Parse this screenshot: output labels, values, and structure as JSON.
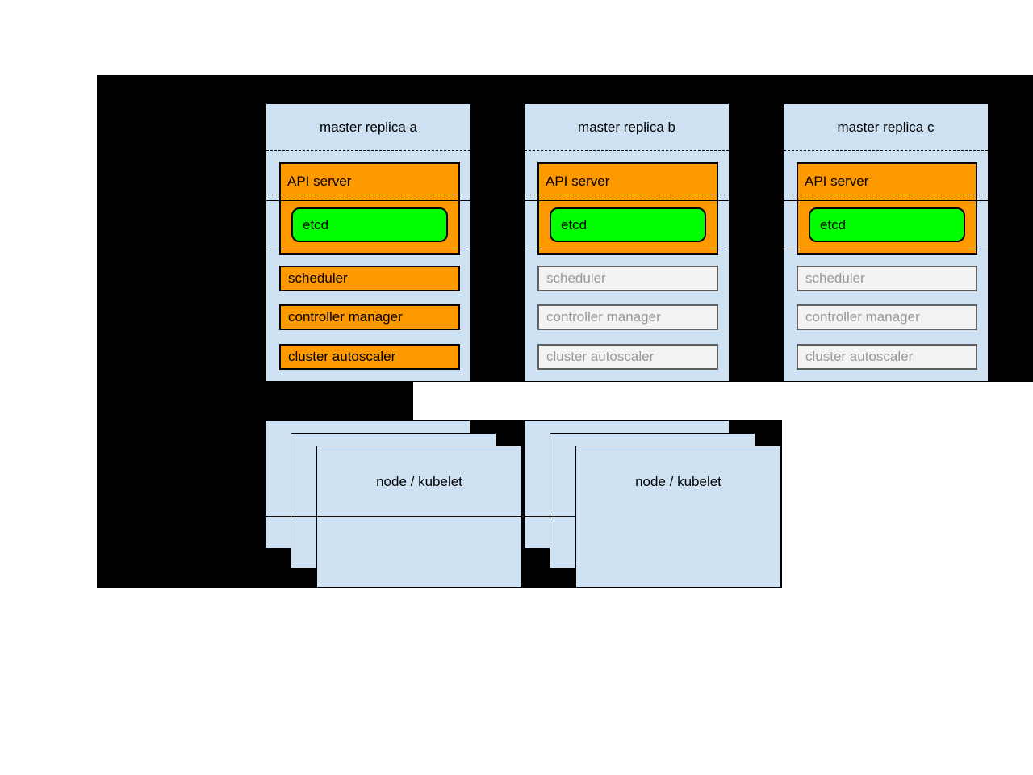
{
  "diagram": {
    "replicas": [
      {
        "title": "master replica a",
        "active": true,
        "components": {
          "api_server": "API server",
          "etcd": "etcd",
          "scheduler": "scheduler",
          "controller_manager": "controller manager",
          "cluster_autoscaler": "cluster autoscaler"
        }
      },
      {
        "title": "master replica b",
        "active": false,
        "components": {
          "api_server": "API server",
          "etcd": "etcd",
          "scheduler": "scheduler",
          "controller_manager": "controller manager",
          "cluster_autoscaler": "cluster autoscaler"
        }
      },
      {
        "title": "master replica c",
        "active": false,
        "components": {
          "api_server": "API server",
          "etcd": "etcd",
          "scheduler": "scheduler",
          "controller_manager": "controller manager",
          "cluster_autoscaler": "cluster autoscaler"
        }
      }
    ],
    "node_groups": [
      {
        "label": "node / kubelet"
      },
      {
        "label": "node / kubelet"
      }
    ],
    "colors": {
      "background": "#000000",
      "panel_blue": "#cfe2f3",
      "active_orange": "#ff9900",
      "etcd_green": "#00ff00",
      "inactive_fill": "#f3f3f3",
      "inactive_border": "#606060",
      "inactive_text": "#999999",
      "line_black": "#000000"
    }
  }
}
